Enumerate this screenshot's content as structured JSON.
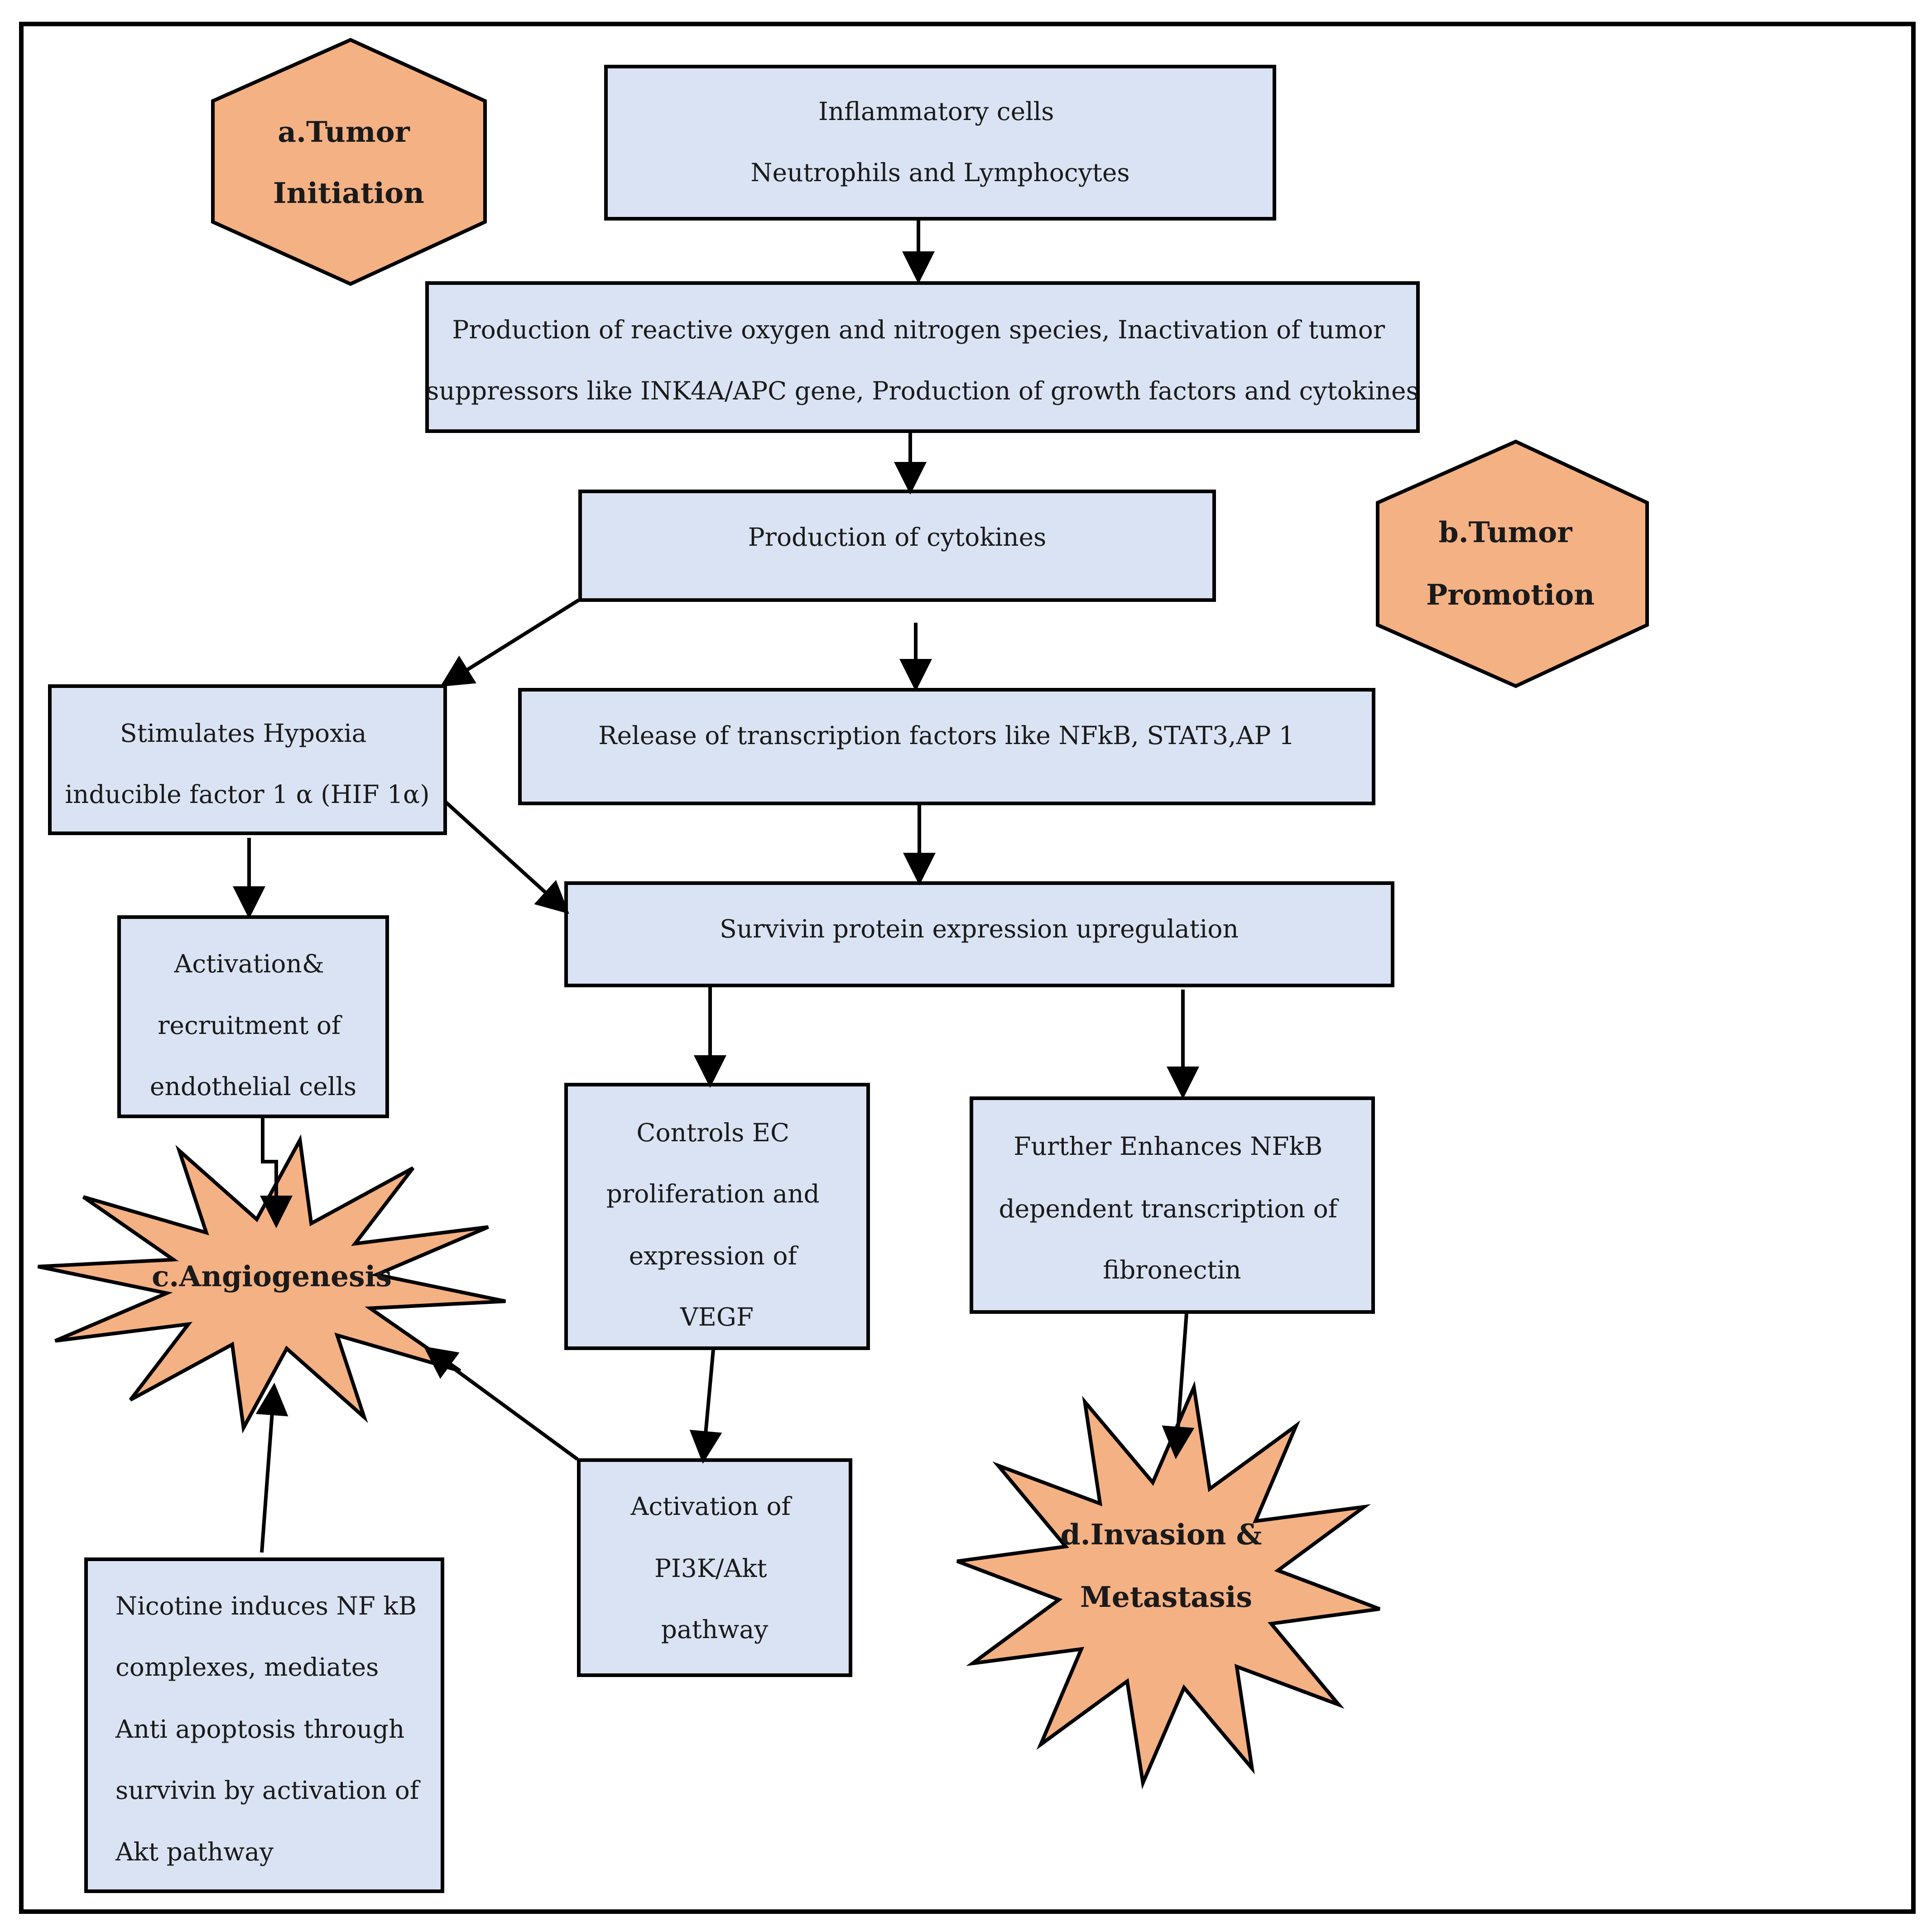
{
  "phases": {
    "initiation": [
      "a.Tumor",
      "Initiation"
    ],
    "promotion": [
      "b.Tumor",
      "Promotion"
    ],
    "angiogenesis": [
      "c.Angiogenesis"
    ],
    "invasion": [
      "d.Invasion &",
      "Metastasis"
    ]
  },
  "boxes": {
    "inflammatory": [
      "Inflammatory cells",
      "Neutrophils and Lymphocytes"
    ],
    "production_ros": [
      "Production of reactive oxygen and nitrogen species, Inactivation of tumor",
      "suppressors like INK4A/APC gene, Production of growth factors and cytokines"
    ],
    "cytokines": [
      "Production of cytokines"
    ],
    "hif": [
      "Stimulates Hypoxia",
      "inducible factor 1 α (HIF 1α)"
    ],
    "transcription": [
      "Release of transcription factors like NFkB, STAT3,AP 1"
    ],
    "survivin": [
      "Survivin protein expression upregulation"
    ],
    "endothelial": [
      "Activation&",
      "recruitment of",
      "endothelial cells"
    ],
    "ec_control": [
      "Controls EC",
      "proliferation and",
      "expression of",
      "VEGF"
    ],
    "nfkb_enhance": [
      "Further Enhances NFkB",
      "dependent transcription of",
      "fibronectin"
    ],
    "pi3k": [
      "Activation of",
      "PI3K/Akt",
      "pathway"
    ],
    "nicotine": [
      "Nicotine induces NF kB",
      "complexes, mediates",
      "Anti apoptosis through",
      "survivin by activation of",
      "Akt pathway"
    ]
  },
  "colors": {
    "box_fill": "#dae3f3",
    "phase_fill": "#f4b183",
    "stroke": "#000000"
  }
}
